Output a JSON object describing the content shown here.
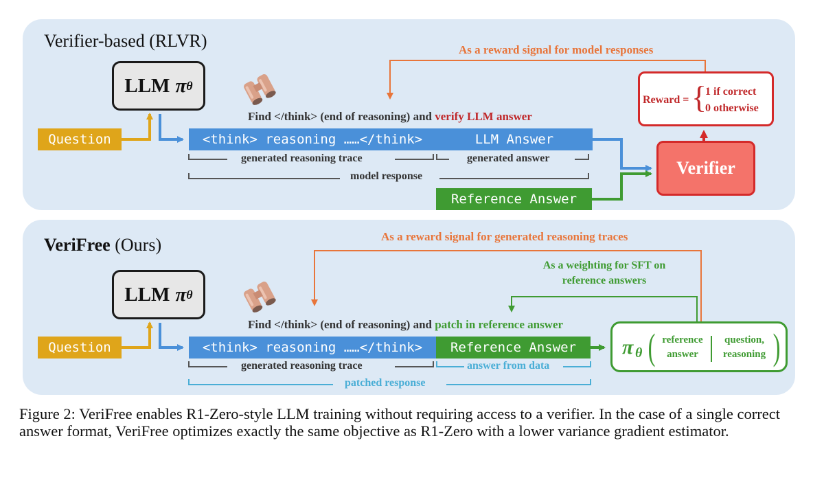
{
  "panel1": {
    "title": "Verifier-based (RLVR)",
    "llm_label": "LLM",
    "pi": "π",
    "theta": "θ",
    "question": "Question",
    "feedback_label": "As a reward signal for model responses",
    "find_prefix": "Find </think> (end of reasoning) and ",
    "find_highlight": "verify LLM answer",
    "reasoning_seg": "<think> reasoning ……</think>",
    "answer_seg": "LLM Answer",
    "brace_trace": "generated reasoning trace",
    "brace_answer": "generated answer",
    "brace_response": "model response",
    "reference": "Reference Answer",
    "verifier": "Verifier",
    "reward_lhs": "Reward =",
    "reward_case1": "1 if correct",
    "reward_case2": "0 otherwise"
  },
  "panel2": {
    "title_bold": "VeriFree",
    "title_rest": " (Ours)",
    "llm_label": "LLM",
    "pi": "π",
    "theta": "θ",
    "question": "Question",
    "feedback_label": "As a reward signal for generated reasoning traces",
    "weighting_line1": "As a weighting for SFT on",
    "weighting_line2": "reference answers",
    "find_prefix": "Find </think> (end of reasoning) and ",
    "find_highlight": "patch in reference answer",
    "reasoning_seg": "<think> reasoning ……</think>",
    "reference_seg": "Reference Answer",
    "brace_trace": "generated reasoning trace",
    "brace_data": "answer from data",
    "brace_patched": "patched response",
    "formula_pi": "π",
    "formula_theta": "θ",
    "formula_a1": "reference",
    "formula_a2": "answer",
    "formula_b1": "question,",
    "formula_b2": "reasoning"
  },
  "caption": "Figure 2: VeriFree enables R1-Zero-style LLM training without requiring access to a verifier. In the case of a single correct answer format, VeriFree optimizes exactly the same objective as R1-Zero with a lower variance gradient estimator.",
  "colors": {
    "panel_bg": "#dde9f5",
    "blue": "#4a90d9",
    "gold": "#dfa51a",
    "green": "#3f9b32",
    "orange": "#e8753a",
    "red": "#d42a2a",
    "verifier_fill": "#f4736a"
  },
  "icons": [
    "binoculars-icon"
  ]
}
